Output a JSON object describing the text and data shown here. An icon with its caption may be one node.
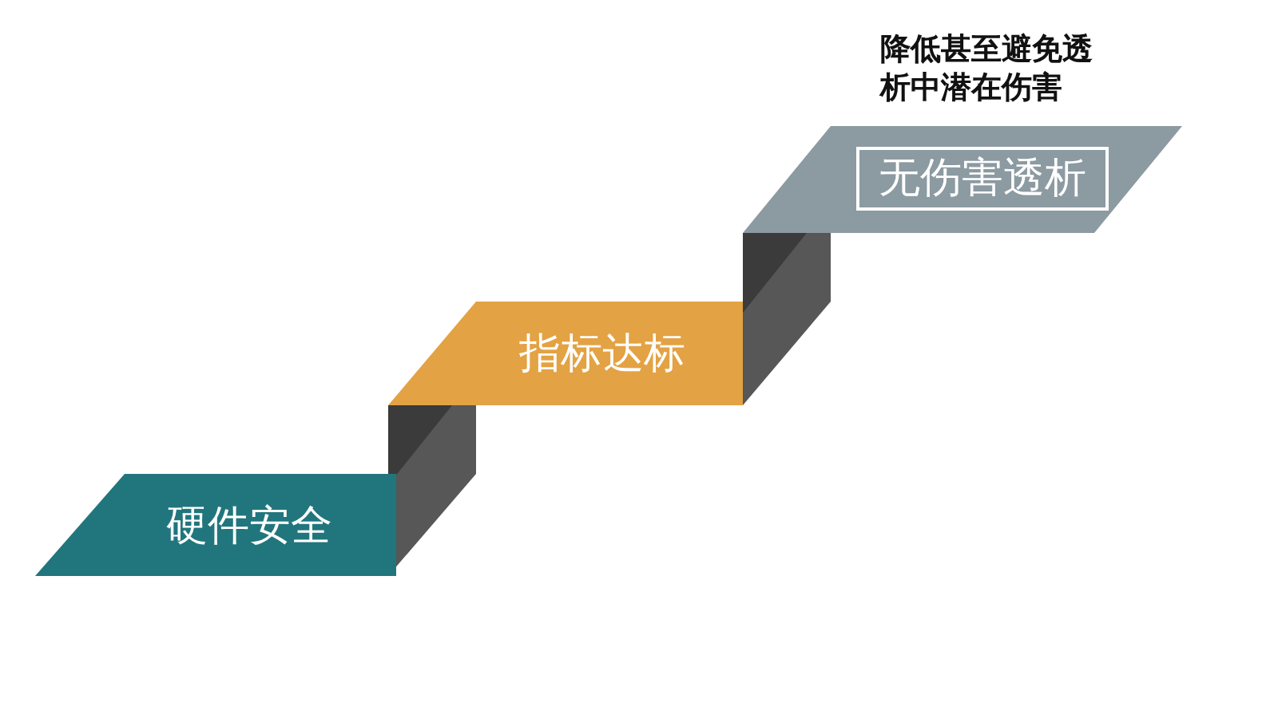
{
  "diagram": {
    "nodes": [
      {
        "text": [
          "硬件安全"
        ]
      },
      {
        "text": [
          "指标达标"
        ]
      },
      {
        "text": [
          "无伤害透析"
        ],
        "beside": [
          "降低甚至避免透析中潜在伤害"
        ]
      }
    ]
  }
}
